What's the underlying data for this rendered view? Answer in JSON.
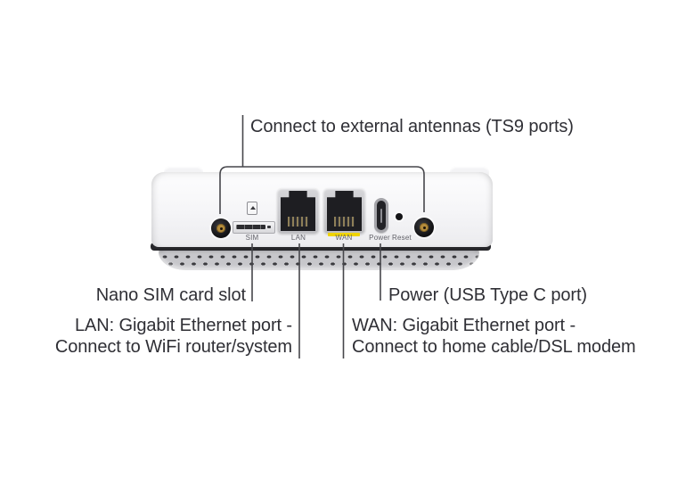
{
  "callouts": {
    "antennas": "Connect to external antennas (TS9 ports)",
    "nano_sim": "Nano SIM card slot",
    "power": "Power (USB Type C port)",
    "lan": {
      "line1": "LAN: Gigabit Ethernet port -",
      "line2": "Connect to WiFi router/system"
    },
    "wan": {
      "line1": "WAN: Gigabit Ethernet port -",
      "line2": "Connect to home cable/DSL modem"
    }
  },
  "device": {
    "port_labels": {
      "sim": "SIM",
      "lan": "LAN",
      "wan": "WAN",
      "power": "Power",
      "reset": "Reset"
    }
  },
  "colors": {
    "text": "#2f2f35",
    "leader_line": "#46464b",
    "wan_accent_yellow": "#f0d400",
    "antenna_gold": "#b48c3c",
    "device_body": "#f5f5f7",
    "vent_skirt_gray": "#c7c7cb"
  }
}
